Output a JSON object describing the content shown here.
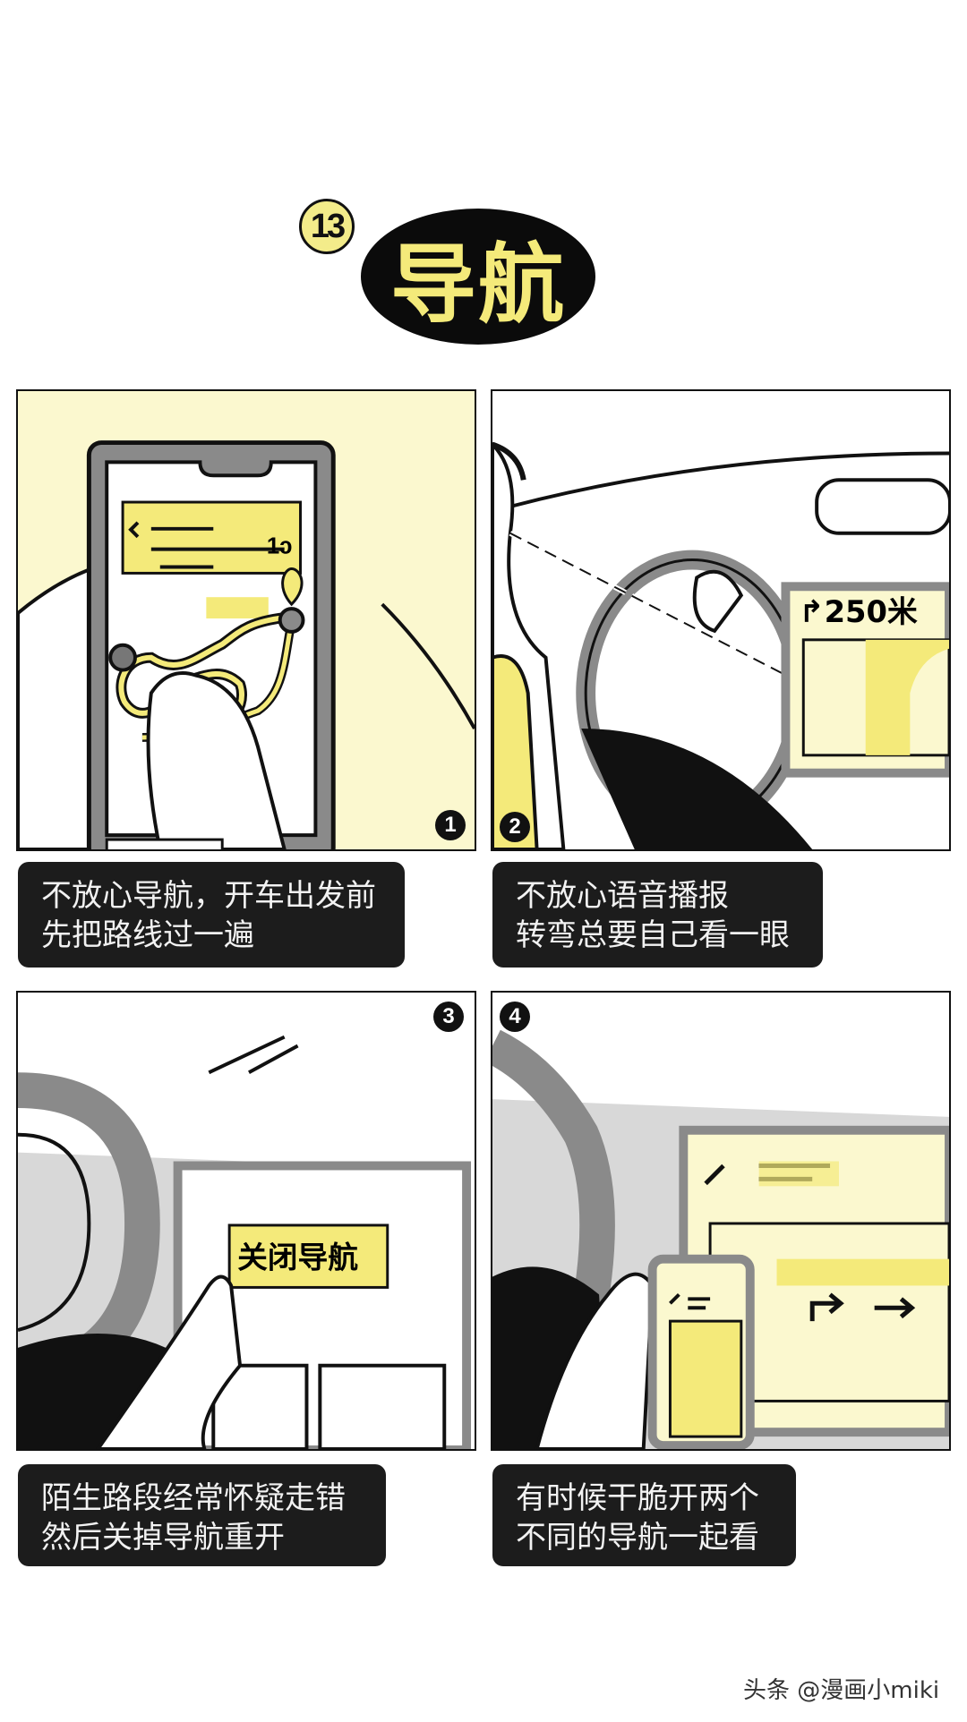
{
  "header": {
    "number": "13",
    "title": "导航"
  },
  "panels": [
    {
      "number": "1",
      "caption_lines": [
        "不放心导航，开车出发前",
        "先把路线过一遍"
      ]
    },
    {
      "number": "2",
      "screen_text": "↱250米",
      "caption_lines": [
        "不放心语音播报",
        "转弯总要自己看一眼"
      ]
    },
    {
      "number": "3",
      "screen_text": "关闭导航",
      "caption_lines": [
        "陌生路段经常怀疑走错",
        "然后关掉导航重开"
      ]
    },
    {
      "number": "4",
      "caption_lines": [
        "有时候干脆开两个",
        "不同的导航一起看"
      ]
    }
  ],
  "footer": {
    "watermark": "头条 @漫画小miki"
  },
  "colors": {
    "yellow": "#f4ea7a",
    "pale_yellow": "#fbf8cf",
    "black": "#111111",
    "gray": "#8a8a8a"
  }
}
